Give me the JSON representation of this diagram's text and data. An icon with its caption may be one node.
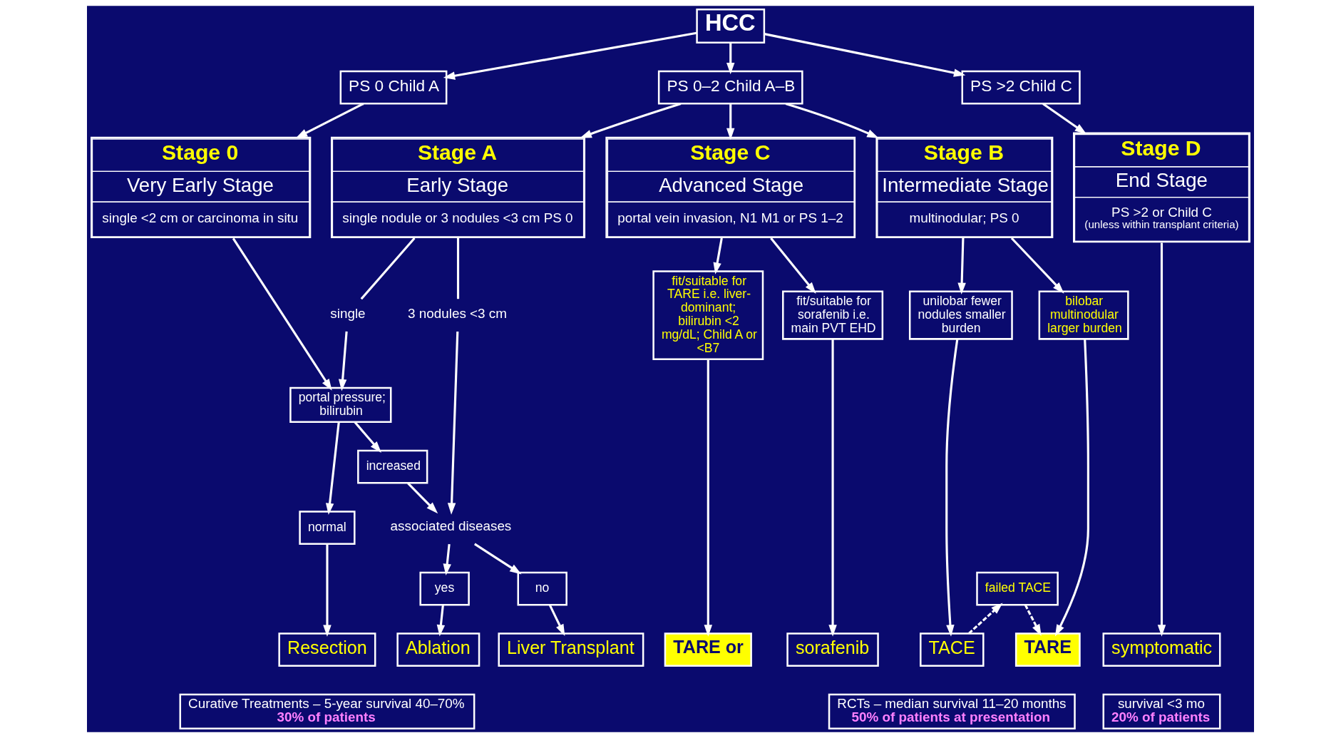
{
  "diagram": {
    "nodes": [
      {
        "text": [
          "HCC"
        ]
      },
      {
        "text": [
          "PS 0 Child A"
        ]
      },
      {
        "text": [
          "PS 0–2 Child A–B"
        ]
      },
      {
        "text": [
          "PS >2 Child C"
        ]
      },
      {
        "text": [
          "Stage 0",
          "Very Early Stage",
          "single <2 cm or carcinoma in situ"
        ]
      },
      {
        "text": [
          "Stage A",
          "Early Stage",
          "single nodule or 3 nodules <3 cm PS 0"
        ]
      },
      {
        "text": [
          "Stage B",
          "Intermediate Stage",
          "multinodular; PS 0"
        ]
      },
      {
        "text": [
          "Stage C",
          "Advanced Stage",
          "portal vein invasion, N1 M1 or PS 1–2"
        ]
      },
      {
        "text": [
          "Stage D",
          "End Stage",
          "PS >2 or Child C",
          "(unless within transplant criteria)"
        ]
      },
      {
        "text": [
          "single"
        ]
      },
      {
        "text": [
          "3 nodules <3 cm"
        ]
      },
      {
        "text": [
          "portal pressure; bilirubin"
        ]
      },
      {
        "text": [
          "increased"
        ]
      },
      {
        "text": [
          "associated diseases"
        ]
      },
      {
        "text": [
          "normal"
        ]
      },
      {
        "text": [
          "no"
        ]
      },
      {
        "text": [
          "yes"
        ]
      },
      {
        "text": [
          "unilobar fewer nodules smaller burden"
        ]
      },
      {
        "text": [
          "bilobar multinodular larger burden"
        ]
      },
      {
        "text": [
          "failed TACE"
        ]
      },
      {
        "text": [
          "fit/suitable for TARE i.e. liver-dominant; bilirubin <2 mg/dL; Child A or <B7"
        ]
      },
      {
        "text": [
          "fit/suitable for sorafenib i.e. main PVT EHD"
        ]
      },
      {
        "text": [
          "Resection"
        ]
      },
      {
        "text": [
          "Liver Transplant"
        ]
      },
      {
        "text": [
          "Ablation"
        ]
      },
      {
        "text": [
          "TACE"
        ]
      },
      {
        "text": [
          "TARE"
        ]
      },
      {
        "text": [
          "TARE or"
        ]
      },
      {
        "text": [
          "sorafenib"
        ]
      },
      {
        "text": [
          "symptomatic"
        ]
      },
      {
        "text": [
          "Curative Treatments – 5-year survival 40–70%",
          "30% of patients"
        ]
      },
      {
        "text": [
          "RCTs – median survival 11–20 months",
          "50% of patients at presentation"
        ]
      },
      {
        "text": [
          "survival <3 mo",
          "20% of patients"
        ]
      }
    ],
    "edges": [
      {
        "from": 0,
        "to": 1,
        "arrow": "to"
      },
      {
        "from": 0,
        "to": 2,
        "arrow": "to"
      },
      {
        "from": 0,
        "to": 3,
        "arrow": "to"
      },
      {
        "from": 1,
        "to": 4,
        "arrow": "to"
      },
      {
        "from": 2,
        "to": 5,
        "arrow": "to"
      },
      {
        "from": 2,
        "to": 6,
        "arrow": "to"
      },
      {
        "from": 2,
        "to": 7,
        "arrow": "to"
      },
      {
        "from": 3,
        "to": 8,
        "arrow": "to"
      },
      {
        "from": 4,
        "to": 11,
        "arrow": "to"
      },
      {
        "from": 5,
        "to": 9,
        "arrow": "none"
      },
      {
        "from": 5,
        "to": 10,
        "arrow": "none"
      },
      {
        "from": 9,
        "to": 11,
        "arrow": "to"
      },
      {
        "from": 10,
        "to": 13,
        "arrow": "to"
      },
      {
        "from": 11,
        "to": 12,
        "arrow": "to"
      },
      {
        "from": 12,
        "to": 13,
        "arrow": "to"
      },
      {
        "from": 11,
        "to": 14,
        "arrow": "to"
      },
      {
        "from": 13,
        "to": 15,
        "arrow": "to"
      },
      {
        "from": 13,
        "to": 16,
        "arrow": "to"
      },
      {
        "from": 14,
        "to": 22,
        "arrow": "to"
      },
      {
        "from": 15,
        "to": 23,
        "arrow": "to"
      },
      {
        "from": 16,
        "to": 24,
        "arrow": "to"
      },
      {
        "from": 6,
        "to": 17,
        "arrow": "to"
      },
      {
        "from": 6,
        "to": 18,
        "arrow": "to"
      },
      {
        "from": 17,
        "to": 25,
        "arrow": "to"
      },
      {
        "from": 18,
        "to": 26,
        "arrow": "to"
      },
      {
        "from": 25,
        "to": 19,
        "arrow": "to",
        "style": "dashed"
      },
      {
        "from": 19,
        "to": 26,
        "arrow": "to",
        "style": "dashed"
      },
      {
        "from": 7,
        "to": 20,
        "arrow": "to"
      },
      {
        "from": 7,
        "to": 21,
        "arrow": "to"
      },
      {
        "from": 20,
        "to": 27,
        "arrow": "to"
      },
      {
        "from": 21,
        "to": 28,
        "arrow": "to"
      },
      {
        "from": 8,
        "to": 29,
        "arrow": "to"
      }
    ]
  }
}
